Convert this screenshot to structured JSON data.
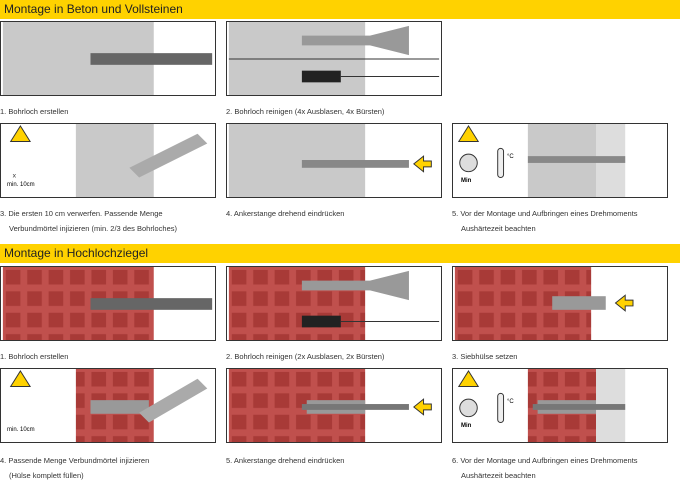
{
  "sections": [
    {
      "title": "Montage in  Beton und Vollsteinen",
      "steps": [
        {
          "caption": "1. Bohrloch erstellen"
        },
        {
          "caption": "2. Bohrloch reinigen (4x Ausblasen, 4x Bürsten)"
        },
        {
          "caption": "3. Die ersten 10 cm verwerfen. Passende Menge",
          "caption2": "Verbundmörtel injizieren (min. 2/3 des Bohrloches)",
          "label": "min. 10cm"
        },
        {
          "caption": "4. Ankerstange drehend eindrücken"
        },
        {
          "caption": "5. Vor der Montage und Aufbringen eines Drehmoments",
          "caption2": "Aushärtezeit beachten",
          "min_label": "Min",
          "temp_label": "°C"
        }
      ]
    },
    {
      "title": "Montage in Hochlochziegel",
      "steps": [
        {
          "caption": "1. Bohrloch erstellen"
        },
        {
          "caption": "2. Bohrloch reinigen (2x Ausblasen, 2x Bürsten)"
        },
        {
          "caption": "3. Siebhülse setzen"
        },
        {
          "caption": "4. Passende Menge Verbundmörtel injizieren",
          "caption2": "(Hülse komplett füllen)",
          "label": "min. 10cm"
        },
        {
          "caption": "5. Ankerstange drehend eindrücken"
        },
        {
          "caption": "6. Vor der Montage und Aufbringen eines Drehmoments",
          "caption2": "Aushärtezeit beachten",
          "min_label": "Min",
          "temp_label": "°C"
        }
      ]
    }
  ],
  "colors": {
    "header": "#ffd200",
    "concrete": "#c9c9c9",
    "brick": "#c0504d",
    "arrow": "#ffd200"
  }
}
